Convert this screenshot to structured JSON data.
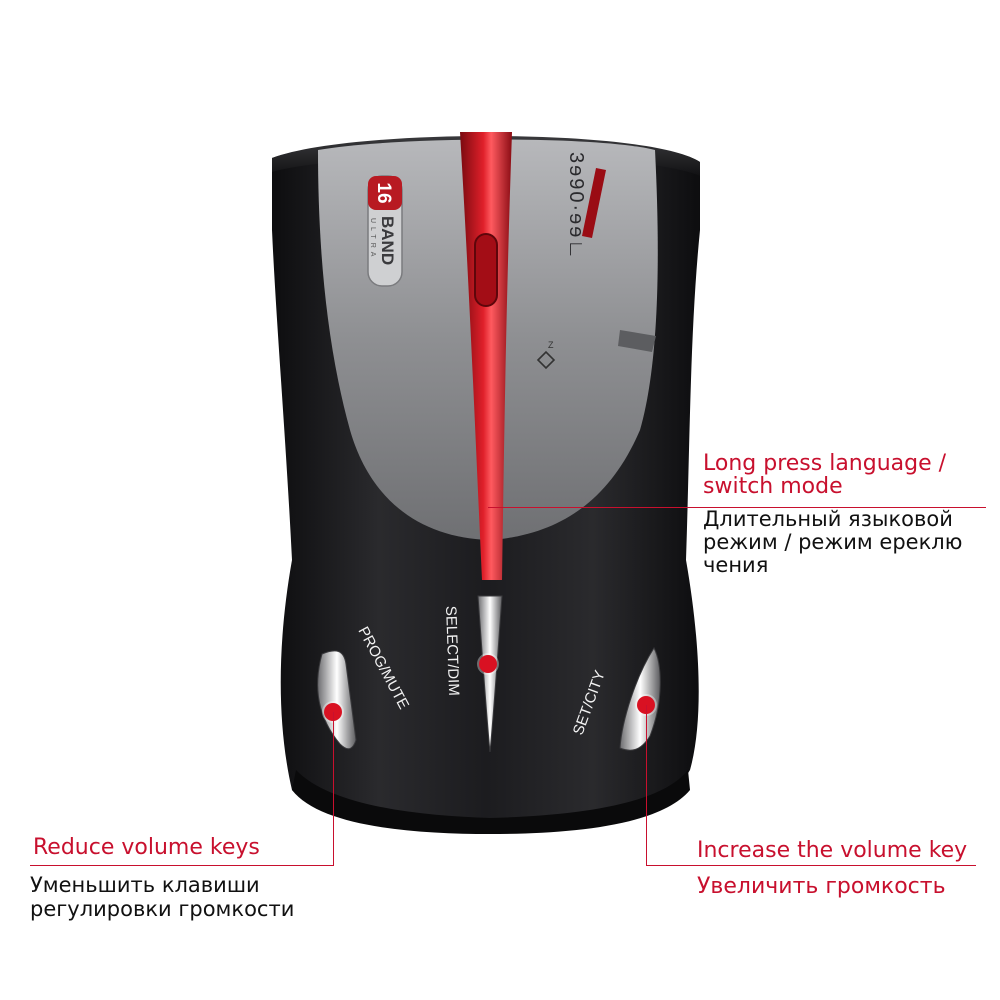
{
  "device": {
    "band_number": "16",
    "band_word": "BAND",
    "band_sub": "ULTRA",
    "brand_mark": "3ɘ90·ɘɘ∟",
    "small_mark": "Z",
    "buttons": {
      "left": "PROG/MUTE",
      "center": "SELECT/DIM",
      "right": "SET/CITY"
    }
  },
  "annotations": {
    "select": {
      "en_line1": "Long press language /",
      "en_line2": "switch mode",
      "ru_line1": "Длительный языковой",
      "ru_line2": "режим / режим ереклю",
      "ru_line3": "чения"
    },
    "reduce": {
      "en": "Reduce volume keys",
      "ru_line1": "Уменьшить клавиши",
      "ru_line2": "регулировки громкости"
    },
    "increase": {
      "en": "Increase the volume key",
      "ru": "Увеличить громкость"
    }
  },
  "colors": {
    "accent_red": "#c8102e",
    "body_black": "#1b1b1d",
    "panel_silver": "#8d8e91"
  }
}
